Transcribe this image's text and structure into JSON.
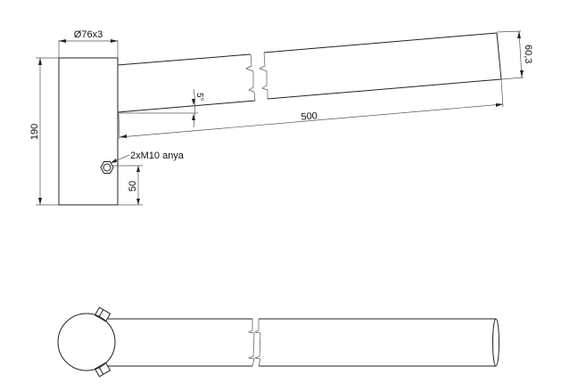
{
  "side_view": {
    "diameter_label": "Ø76x3",
    "height_label": "190",
    "angle_label": "5°",
    "length_label": "500",
    "tube_diameter_label": "60,3",
    "nut_label": "2xM10 anya",
    "nut_offset_label": "50"
  },
  "colors": {
    "line": "#222222",
    "background": "#ffffff"
  }
}
